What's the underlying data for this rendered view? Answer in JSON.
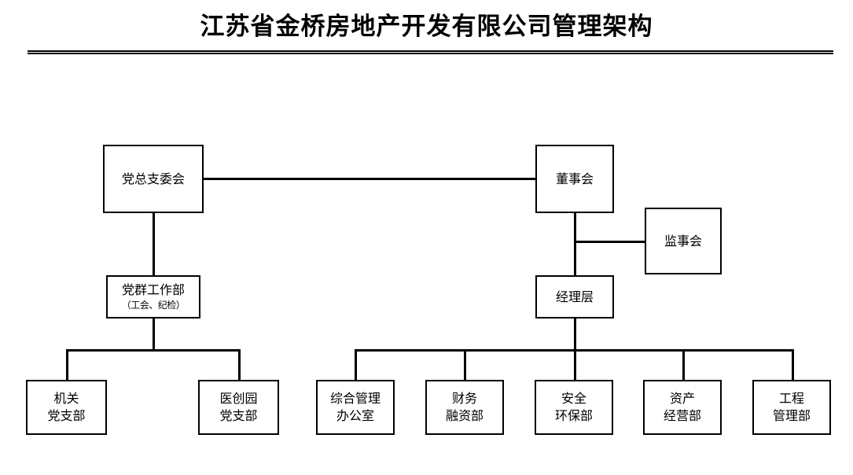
{
  "title": "江苏省金桥房地产开发有限公司管理架构",
  "chart_data": {
    "type": "diagram",
    "diagram_type": "organization-chart",
    "title": "江苏省金桥房地产开发有限公司管理架构",
    "nodes": [
      {
        "id": "party_committee",
        "label_line1": "党总支委会",
        "label_line2": "",
        "level": 1
      },
      {
        "id": "board_directors",
        "label_line1": "董事会",
        "label_line2": "",
        "level": 1
      },
      {
        "id": "board_supervisors",
        "label_line1": "监事会",
        "label_line2": "",
        "level": 2
      },
      {
        "id": "party_work_dept",
        "label_line1": "党群工作部",
        "label_line2": "（工会、纪检）",
        "level": 2
      },
      {
        "id": "management_layer",
        "label_line1": "经理层",
        "label_line2": "",
        "level": 2
      },
      {
        "id": "organ_branch",
        "label_line1": "机关",
        "label_line2": "党支部",
        "level": 3
      },
      {
        "id": "yichuangyuan_branch",
        "label_line1": "医创园",
        "label_line2": "党支部",
        "level": 3
      },
      {
        "id": "general_admin",
        "label_line1": "综合管理",
        "label_line2": "办公室",
        "level": 3
      },
      {
        "id": "finance_dept",
        "label_line1": "财务",
        "label_line2": "融资部",
        "level": 3
      },
      {
        "id": "safety_dept",
        "label_line1": "安全",
        "label_line2": "环保部",
        "level": 3
      },
      {
        "id": "asset_dept",
        "label_line1": "资产",
        "label_line2": "经营部",
        "level": 3
      },
      {
        "id": "engineering_dept",
        "label_line1": "工程",
        "label_line2": "管理部",
        "level": 3
      }
    ],
    "edges": [
      {
        "from": "party_committee",
        "to": "board_directors",
        "style": "horizontal"
      },
      {
        "from": "party_committee",
        "to": "party_work_dept",
        "style": "vertical"
      },
      {
        "from": "board_directors",
        "to": "board_supervisors",
        "style": "elbow"
      },
      {
        "from": "board_directors",
        "to": "management_layer",
        "style": "vertical"
      },
      {
        "from": "party_work_dept",
        "to": "organ_branch",
        "style": "bus"
      },
      {
        "from": "party_work_dept",
        "to": "yichuangyuan_branch",
        "style": "bus"
      },
      {
        "from": "management_layer",
        "to": "general_admin",
        "style": "bus"
      },
      {
        "from": "management_layer",
        "to": "finance_dept",
        "style": "bus"
      },
      {
        "from": "management_layer",
        "to": "safety_dept",
        "style": "bus"
      },
      {
        "from": "management_layer",
        "to": "asset_dept",
        "style": "bus"
      },
      {
        "from": "management_layer",
        "to": "engineering_dept",
        "style": "bus"
      }
    ],
    "colors": {
      "stroke": "#000000",
      "fill": "#ffffff",
      "text": "#000000"
    }
  }
}
